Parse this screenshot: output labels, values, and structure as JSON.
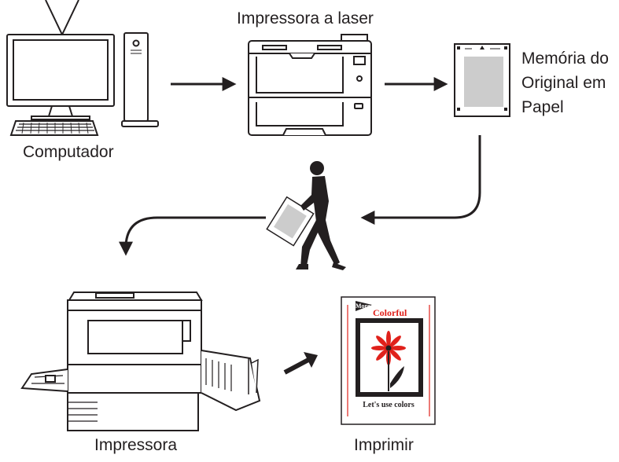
{
  "labels": {
    "computer": "Computador",
    "laser_printer": "Impressora a laser",
    "paper_original": [
      "Memória do",
      "Original em",
      "Papel"
    ],
    "printer": "Impressora",
    "print": "Imprimir"
  },
  "sample_print": {
    "badge": "More",
    "headline": "Colorful",
    "caption": "Let's use colors"
  },
  "colors": {
    "ink": "#231f20",
    "gray_fill": "#cccccc",
    "accent_red": "#e0211b"
  },
  "icons": [
    "computer-icon",
    "laser-printer-icon",
    "paper-original-icon",
    "walking-person-icon",
    "printer-icon",
    "printed-sheet-icon"
  ]
}
